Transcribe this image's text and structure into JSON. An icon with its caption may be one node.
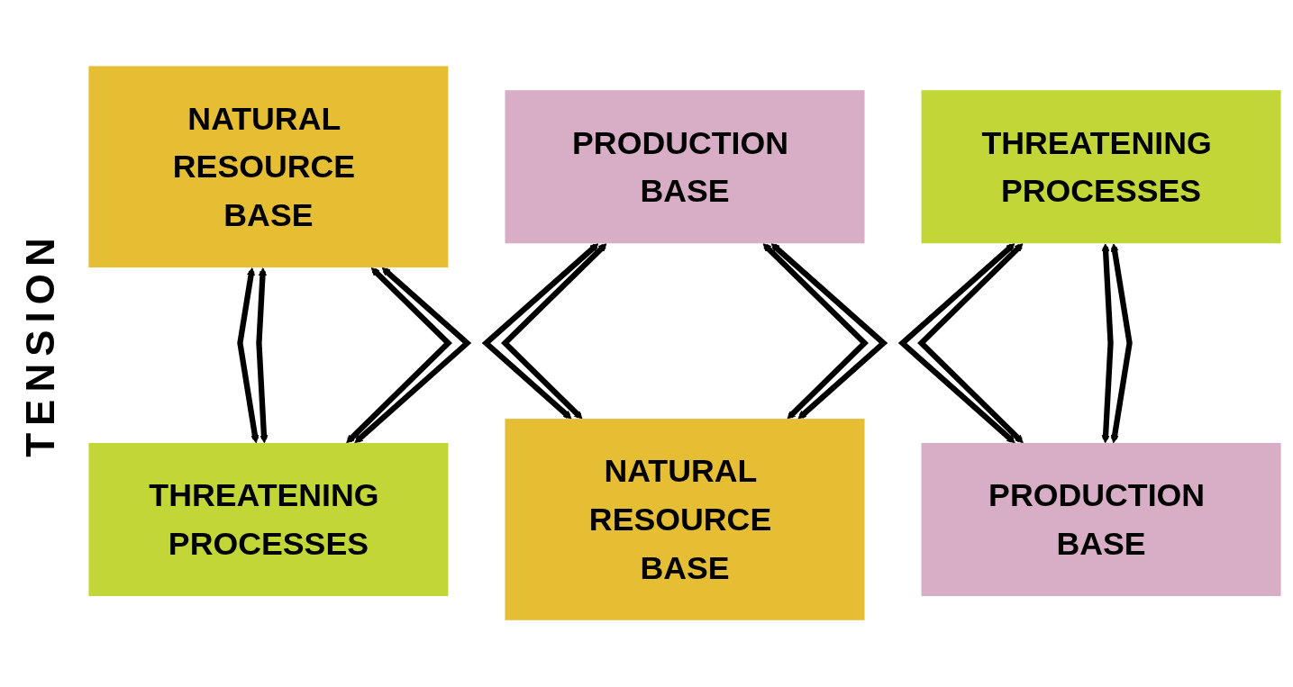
{
  "diagram": {
    "nodes": [
      {
        "text": [
          "NATURAL RESOURCE BASE"
        ]
      },
      {
        "text": [
          "PRODUCTION BASE"
        ]
      },
      {
        "text": [
          "THREATENING PROCESSES"
        ]
      },
      {
        "text": [
          "THREATENING PROCESSES"
        ]
      },
      {
        "text": [
          "NATURAL RESOURCE BASE"
        ]
      },
      {
        "text": [
          "PRODUCTION BASE"
        ]
      }
    ],
    "edges": [
      {
        "from": 0,
        "to": 3,
        "arrow": "both"
      },
      {
        "from": 0,
        "to": 3,
        "arrow": "both"
      },
      {
        "from": 0,
        "to": 3,
        "arrow": "both"
      },
      {
        "from": 0,
        "to": 3,
        "arrow": "both"
      },
      {
        "from": 1,
        "to": 4,
        "arrow": "both"
      },
      {
        "from": 1,
        "to": 4,
        "arrow": "both"
      },
      {
        "from": 1,
        "to": 4,
        "arrow": "both"
      },
      {
        "from": 1,
        "to": 4,
        "arrow": "both"
      },
      {
        "from": 2,
        "to": 5,
        "arrow": "both"
      },
      {
        "from": 2,
        "to": 5,
        "arrow": "both"
      },
      {
        "from": 2,
        "to": 5,
        "arrow": "both"
      },
      {
        "from": 2,
        "to": 5,
        "arrow": "both"
      }
    ],
    "labels": [
      "TENSION"
    ]
  }
}
